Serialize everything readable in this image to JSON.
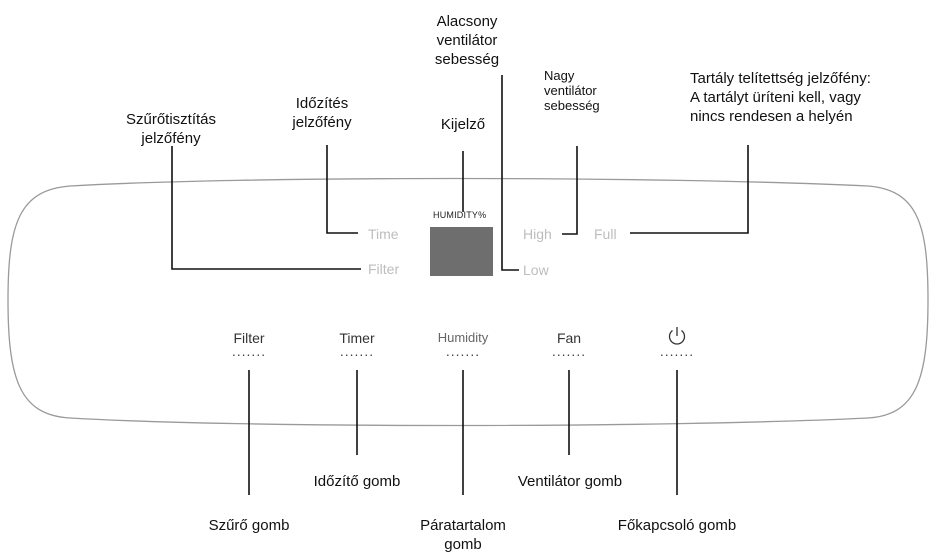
{
  "callouts": {
    "filter_indicator": "Szűrőtisztítás\njelzőfény",
    "timer_indicator": "Időzítés\njelzőfény",
    "display": "Kijelző",
    "low_fan_speed": "Alacsony\nventilátor\nsebesség",
    "high_fan_speed": "Nagy\nventilátor\nsebesség",
    "tank_full": "Tartály telítettség jelzőfény:\nA tartályt üríteni kell, vagy\nnincs rendesen a helyén",
    "timer_button": "Időzítő gomb",
    "fan_button": "Ventilátor gomb",
    "filter_button": "Szűrő gomb",
    "humidity_button": "Páratartalom\ngomb",
    "power_button": "Főkapcsoló gomb"
  },
  "panel": {
    "indicators": {
      "time": "Time",
      "filter": "Filter",
      "high": "High",
      "low": "Low",
      "full": "Full",
      "humidity_display": "HUMIDITY%"
    },
    "buttons": [
      {
        "label": "Filter",
        "dots": "......."
      },
      {
        "label": "Timer",
        "dots": "......."
      },
      {
        "label": "Humidity",
        "dots": "......."
      },
      {
        "label": "Fan",
        "dots": "......."
      },
      {
        "label": "",
        "dots": ".......",
        "icon": "power-icon"
      }
    ]
  },
  "colors": {
    "panel_outline": "#9a9a9a",
    "display_screen": "#6e6e6e",
    "indicator_text": "#bdbdbd",
    "leader_line": "#111111"
  }
}
